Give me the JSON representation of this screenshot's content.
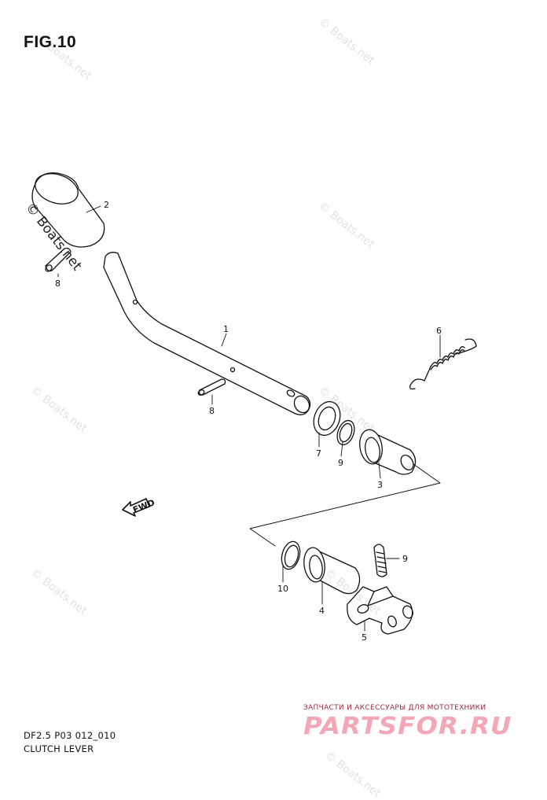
{
  "figure_title": "FIG.10",
  "drawing_code": "DF2.5 P03 012_010",
  "drawing_name": "CLUTCH LEVER",
  "watermark_text": "© Boats.net",
  "promo_text": "ЗАПЧАСТИ И АКСЕССУАРЫ ДЛЯ МОТОТЕХНИКИ",
  "site_logo_text": "PARTSFOR.RU",
  "fwd_label": "FWD",
  "callouts": {
    "lever": "1",
    "grip": "2",
    "bushing_upper": "3",
    "bushing_lower": "4",
    "bracket": "5",
    "spring": "6",
    "washer_upper": "7",
    "pin_upper": "8",
    "pin_middle": "8",
    "oring_upper": "9",
    "pin_lower": "9",
    "washer_lower": "10"
  },
  "colors": {
    "line": "#111111",
    "promo": "#9a2b3d",
    "logo": "#f3a7b4",
    "watermark": "#b0b0b0"
  }
}
